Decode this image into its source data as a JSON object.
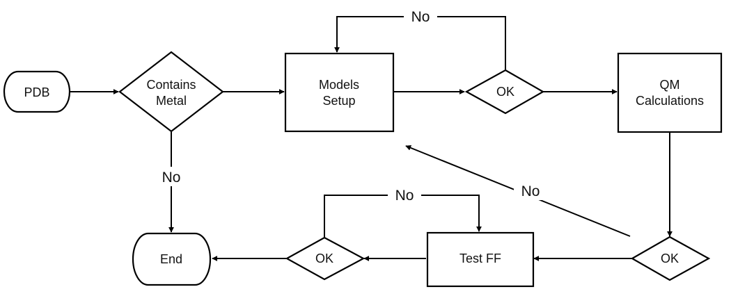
{
  "nodes": {
    "pdb": [
      "PDB"
    ],
    "contains_metal": [
      "Contains",
      "Metal"
    ],
    "models_setup": [
      "Models",
      "Setup"
    ],
    "ok_top": [
      "OK"
    ],
    "qm_calculations": [
      "QM",
      "Calculations"
    ],
    "ok_right": [
      "OK"
    ],
    "test_ff": [
      "Test FF"
    ],
    "ok_bottom": [
      "OK"
    ],
    "end": [
      "End"
    ]
  },
  "edges": {
    "no_top": "No",
    "no_metal": "No",
    "no_diagonal": "No",
    "no_bottom": "No"
  },
  "colors": {
    "stroke": "#000000",
    "fill": "#ffffff",
    "text": "#111111"
  }
}
